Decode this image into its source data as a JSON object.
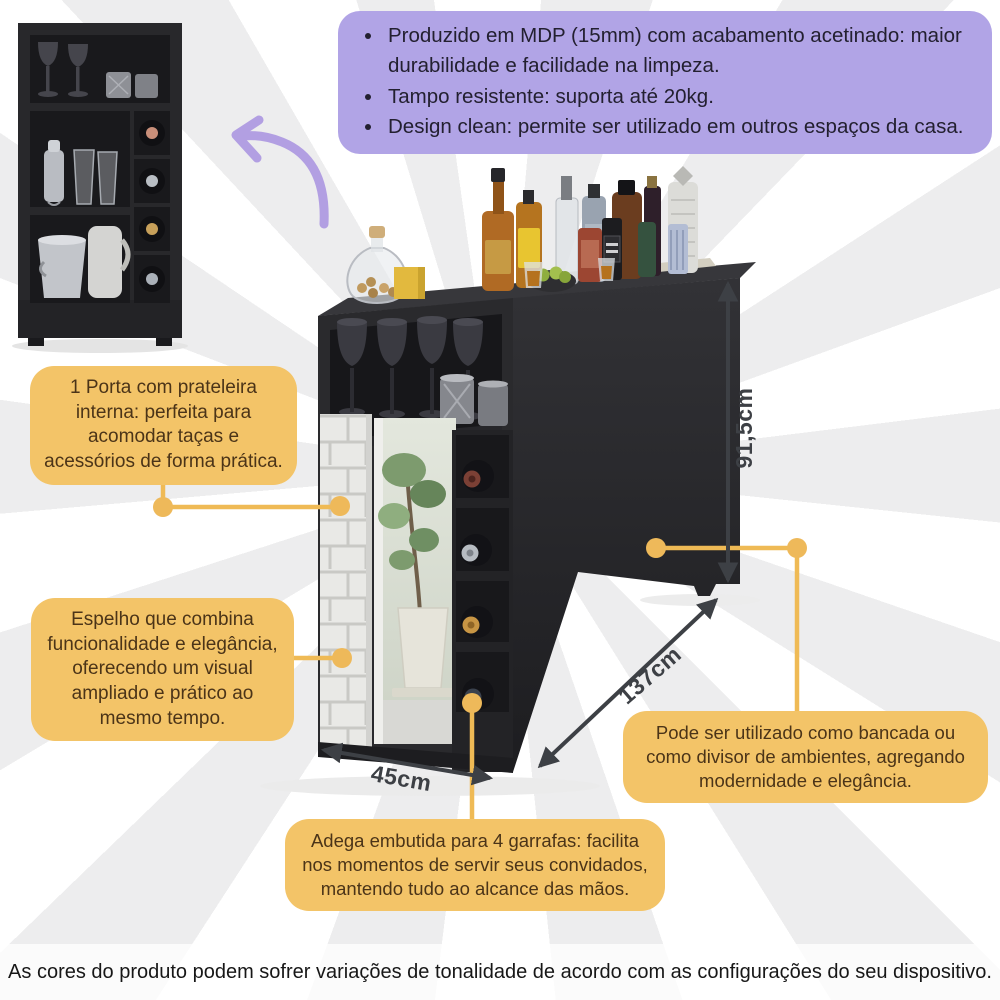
{
  "features_box": {
    "items": [
      "Produzido em MDP (15mm) com acabamento acetinado: maior durabilidade e facilidade na limpeza.",
      "Tampo resistente: suporta até 20kg.",
      "Design clean: permite ser utilizado em outros espaços da casa."
    ]
  },
  "callouts": {
    "door_shelf": "1 Porta com prateleira interna: perfeita para acomodar taças e acessórios de forma prática.",
    "mirror": "Espelho que combina funcionalidade e elegância, oferecendo um visual ampliado e prático ao mesmo tempo.",
    "wine_rack": "Adega embutida para 4 garrafas: facilita nos momentos de servir seus convidados, mantendo tudo ao alcance das mãos.",
    "usage": "Pode ser utilizado como bancada ou como divisor de ambientes, agregando modernidade e elegância."
  },
  "dimensions": {
    "height": "91,5cm",
    "length": "137cm",
    "depth": "45cm"
  },
  "footer": {
    "disclaimer": "As cores do produto podem sofrer variações de tonalidade de acordo com as configurações do seu dispositivo."
  },
  "icons": {
    "purple_arrow": "curved-arrow-to-mini-cabinet",
    "dimension_arrows": "double-headed-measure-arrow",
    "connector_dots": "callout-connector-dot"
  },
  "colors": {
    "feature_box_bg": "#b1a4e6",
    "callout_bg": "#f3c468",
    "callout_text": "#4b3418",
    "connector_yellow": "#efba55",
    "furniture_black": "#2a2a2d",
    "brick_white": "#e9e9e6",
    "dimension_arrow": "#3d4045",
    "purple_arrow": "#b29fe2"
  }
}
